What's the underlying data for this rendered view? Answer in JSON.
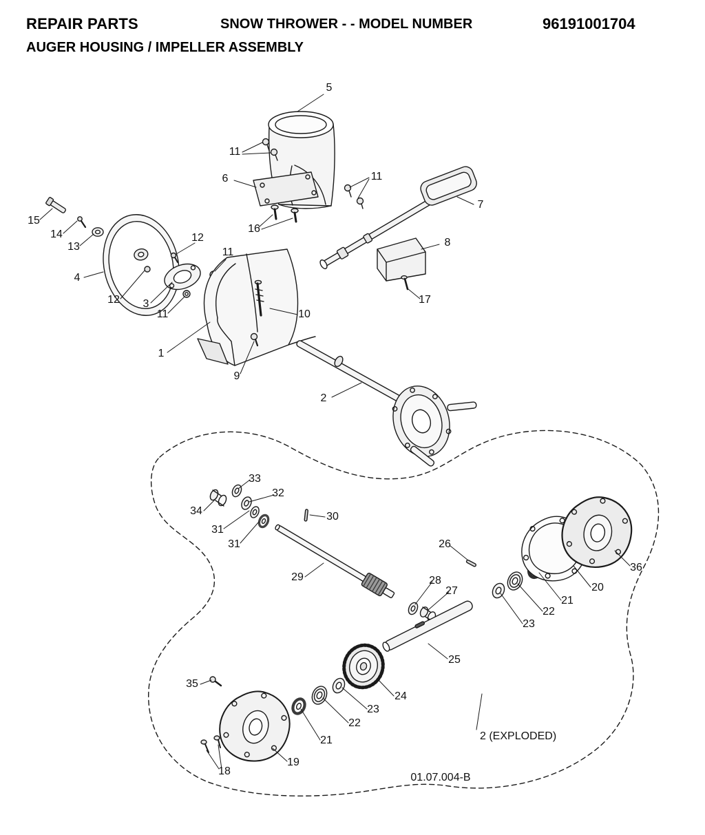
{
  "header": {
    "title": "REPAIR PARTS",
    "subtitle": "SNOW THROWER - - MODEL NUMBER",
    "model_number": "96191001704",
    "assembly": "AUGER HOUSING / IMPELLER ASSEMBLY"
  },
  "diagram": {
    "drawing_code": "01.07.004-B",
    "exploded_label": "2 (EXPLODED)",
    "callouts": [
      "5",
      "11",
      "6",
      "11",
      "7",
      "15",
      "14",
      "16",
      "13",
      "12",
      "8",
      "11",
      "4",
      "12",
      "3",
      "17",
      "11",
      "10",
      "1",
      "9",
      "2",
      "33",
      "32",
      "34",
      "30",
      "31",
      "31",
      "26",
      "36",
      "29",
      "28",
      "27",
      "20",
      "21",
      "22",
      "23",
      "25",
      "35",
      "24",
      "23",
      "22",
      "21",
      "19",
      "18"
    ]
  }
}
